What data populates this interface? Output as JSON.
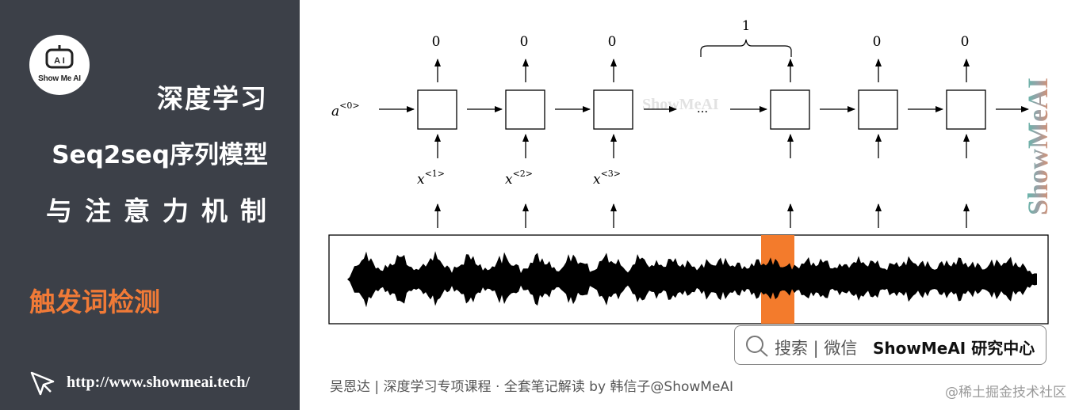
{
  "sidebar": {
    "logo_text": "Show Me AI",
    "title_line1": "深度学习",
    "title_line2": "Seq2seq序列模型",
    "title_line3": "与注意力机制",
    "subtitle": "触发词检测",
    "url": "http://www.showmeai.tech/"
  },
  "diagram": {
    "initial_activation": "a",
    "initial_activation_sup": "<0>",
    "outputs": [
      "0",
      "0",
      "0",
      "1",
      "0",
      "0"
    ],
    "ellipsis": "...",
    "inputs": [
      {
        "base": "x",
        "sup": "<1>"
      },
      {
        "base": "x",
        "sup": "<2>"
      },
      {
        "base": "x",
        "sup": "<3>"
      }
    ],
    "highlight_color": "#f37b2c",
    "waveform_color": "#000000",
    "watermark": "ShowMeAI"
  },
  "search": {
    "label": "搜索 | 微信",
    "brand": "ShowMeAI 研究中心"
  },
  "footer": {
    "credit": "吴恩达 | 深度学习专项课程 · 全套笔记解读  by 韩信子@ShowMeAI",
    "platform": "@稀土掘金技术社区"
  },
  "colors": {
    "sidebar_bg": "#3c4048",
    "accent": "#f07a37"
  }
}
